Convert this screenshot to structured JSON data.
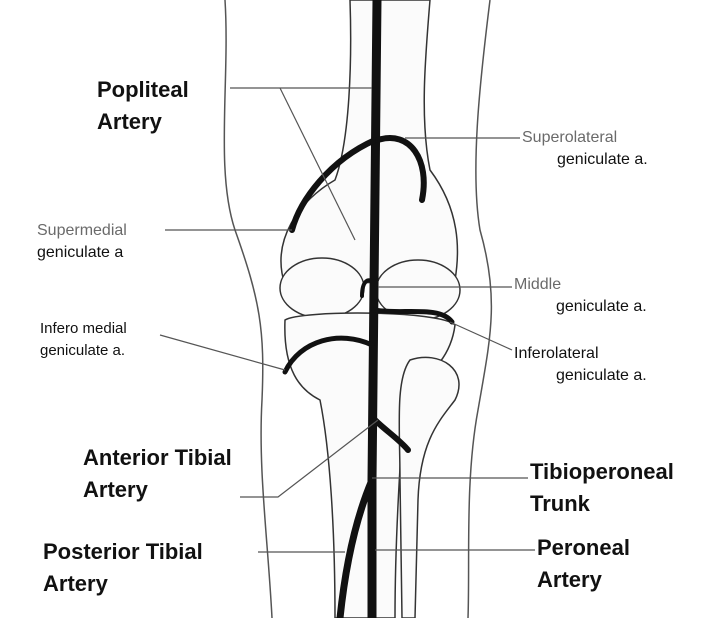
{
  "labels": {
    "popliteal": {
      "line1": "Popliteal",
      "line2": "Artery"
    },
    "superolateral": {
      "line1": "Superolateral",
      "line2": "geniculate a."
    },
    "supermedial": {
      "line1": "Supermedial",
      "line2": "geniculate a"
    },
    "middle": {
      "line1": "Middle",
      "line2": "geniculate a."
    },
    "infero_medial": {
      "line1": "Infero medial",
      "line2": "geniculate a."
    },
    "inferolateral": {
      "line1": "Inferolateral",
      "line2": "geniculate a."
    },
    "anterior_tibial": {
      "line1": "Anterior Tibial",
      "line2": "Artery"
    },
    "tibioperoneal": {
      "line1": "Tibioperoneal",
      "line2": "Trunk"
    },
    "posterior_tibial": {
      "line1": "Posterior Tibial",
      "line2": "Artery"
    },
    "peroneal": {
      "line1": "Peroneal",
      "line2": "Artery"
    }
  }
}
